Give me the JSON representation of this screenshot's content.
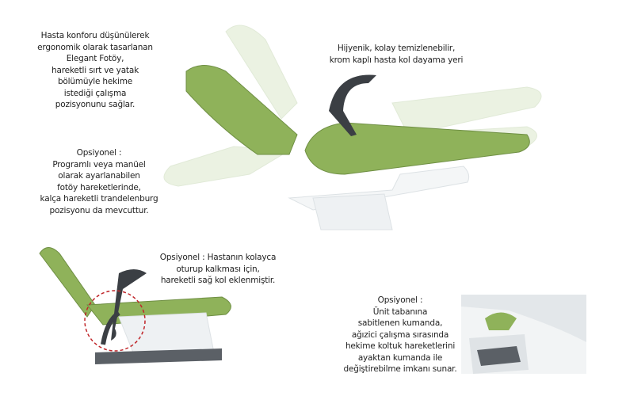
{
  "captions": {
    "main": [
      "Hasta konforu düşünülerek",
      "ergonomik olarak tasarlanan",
      "Elegant Fotöy,",
      "hareketli sırt ve yatak",
      "bölümüyle hekime",
      "istediği çalışma",
      "pozisyonunu sağlar."
    ],
    "armrest": [
      "Hijyenik, kolay temizlenebilir,",
      "krom kaplı hasta kol dayama yeri"
    ],
    "trendelenburg": [
      "Opsiyonel :",
      "Programlı veya manüel",
      "olarak  ayarlanabilen",
      "fotöy hareketlerinde,",
      "kalça hareketli trandelenburg",
      "pozisyonu da mevcuttur."
    ],
    "right_arm": [
      "Opsiyonel : Hastanın kolayca",
      "oturup kalkması için,",
      "hareketli sağ kol eklenmiştir."
    ],
    "foot_control": [
      "Opsiyonel :",
      "Ünit tabanına",
      "sabitlenen kumanda,",
      "ağızici çalışma sırasında",
      "hekime koltuk hareketlerini",
      "ayaktan kumanda ile",
      "değiştirebilme imkanı sunar."
    ]
  },
  "colors": {
    "seat_green": "#8fb25a",
    "ghost_green": "#dbe9cc",
    "base": "#eef1f3",
    "arm": "#3b3f44",
    "arrow_red": "#c0262a"
  }
}
